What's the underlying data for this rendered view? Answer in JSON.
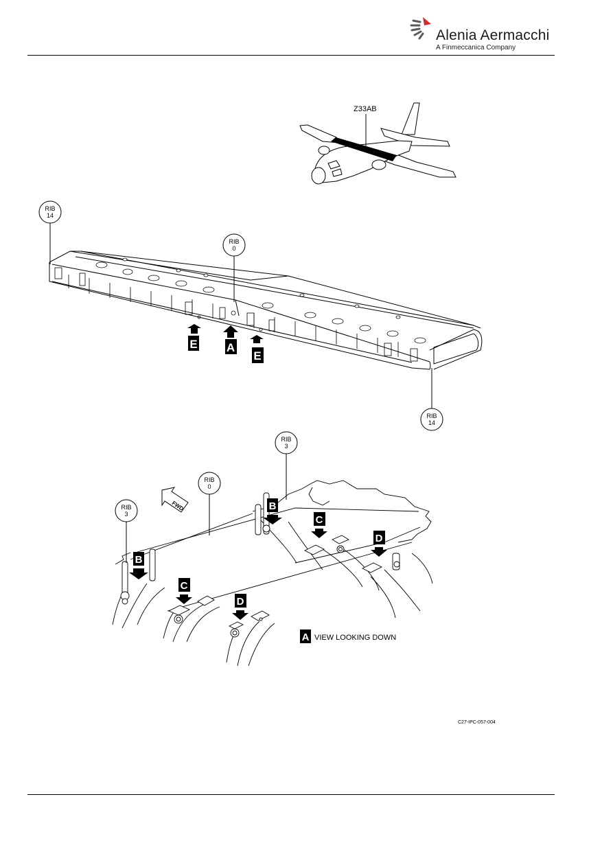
{
  "header": {
    "brand_name": "Alenia Aermacchi",
    "brand_sub": "A Finmeccanica Company"
  },
  "figure": {
    "zone_label": "Z33AB",
    "rib_top_left": {
      "word": "RIB",
      "num": "14"
    },
    "rib_center": {
      "word": "RIB",
      "num": "0"
    },
    "rib_bottom_right": {
      "word": "RIB",
      "num": "14"
    },
    "detail_rib_left": {
      "word": "RIB",
      "num": "3"
    },
    "detail_rib_center": {
      "word": "RIB",
      "num": "0"
    },
    "detail_rib_right": {
      "word": "RIB",
      "num": "3"
    },
    "fwd_label": "FWD",
    "view_letters": {
      "e_left": "E",
      "a": "A",
      "e_right": "E"
    },
    "detail_letters": {
      "b_left": "B",
      "b_right": "B",
      "c_left": "C",
      "c_right": "C",
      "d_left": "D",
      "d_right": "D"
    },
    "view_caption_letter": "A",
    "view_caption": "VIEW LOOKING DOWN",
    "figure_id": "C27-IPC-057-004"
  }
}
